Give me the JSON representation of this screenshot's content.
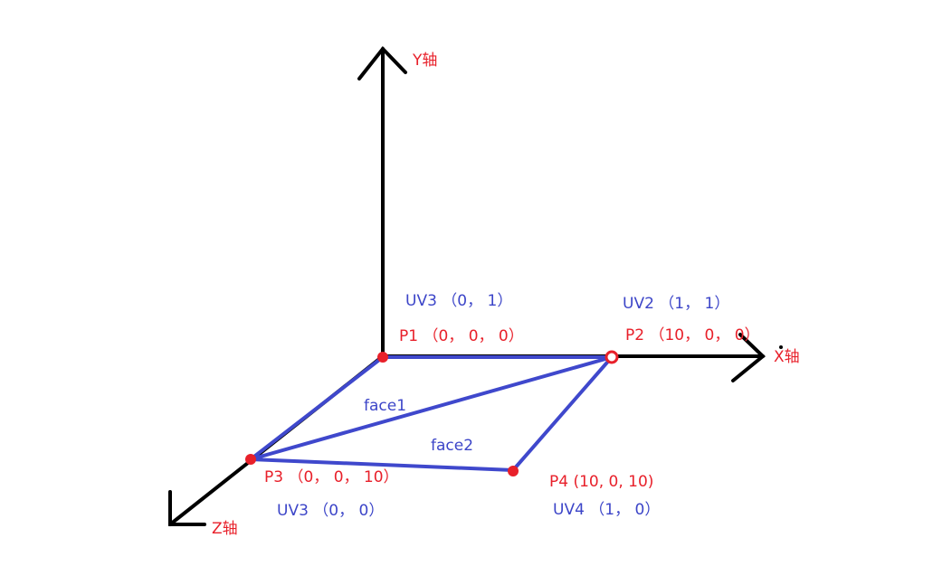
{
  "colors": {
    "axis": "#000000",
    "mesh": "#3f48cc",
    "point": "#e8202a",
    "point_label": "#e8202a",
    "uv_label": "#3c45c8"
  },
  "axes": {
    "y_label": "Y轴",
    "x_label": "X轴",
    "z_label": "Z轴"
  },
  "points": {
    "p1": "P1  （0，  0，  0）",
    "p2": "P2 （10，  0，  0）",
    "p3": "P3 （0，  0，  10）",
    "p4": "P4 (10, 0, 10)"
  },
  "uvs": {
    "p1": "UV3 （0，  1）",
    "p2": "UV2 （1，  1）",
    "p3": "UV3 （0，  0）",
    "p4": "UV4 （1，  0）"
  },
  "faces": {
    "face1": "face1",
    "face2": "face2"
  }
}
